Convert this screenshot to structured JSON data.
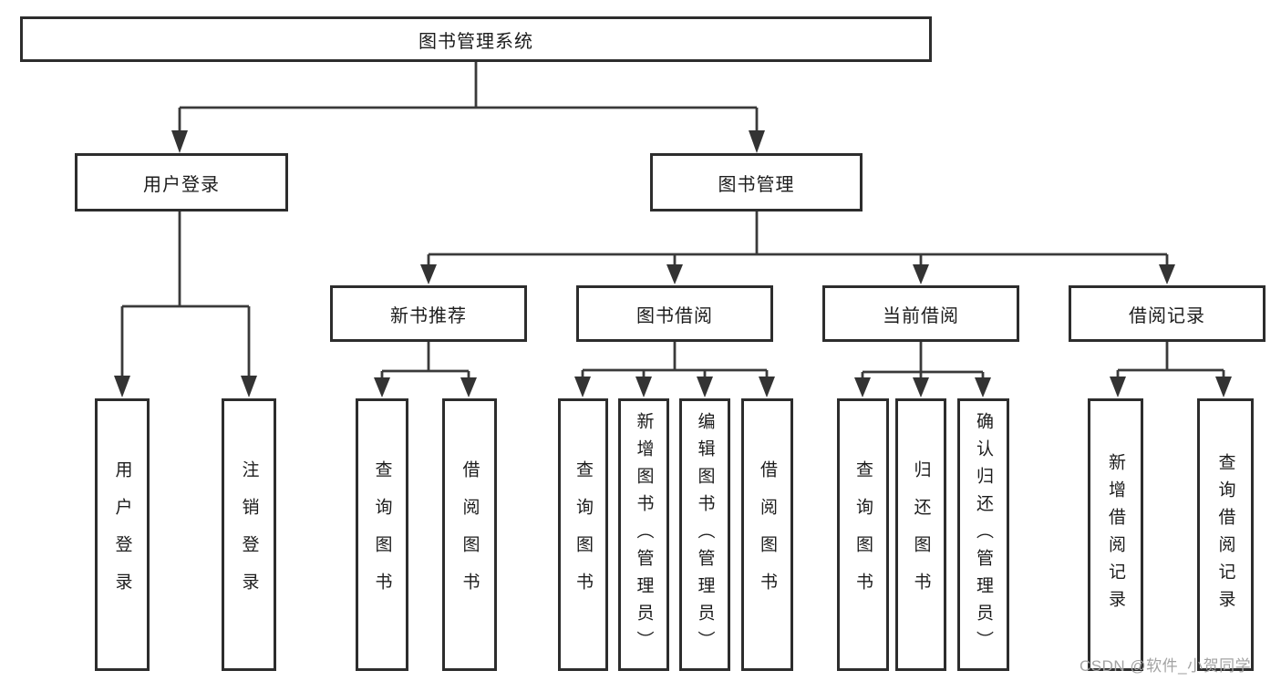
{
  "tree": {
    "label": "图书管理系统",
    "children": [
      {
        "label": "用户登录",
        "children": [
          {
            "label": "用户登录"
          },
          {
            "label": "注销登录"
          }
        ]
      },
      {
        "label": "图书管理",
        "children": [
          {
            "label": "新书推荐",
            "children": [
              {
                "label": "查询图书"
              },
              {
                "label": "借阅图书"
              }
            ]
          },
          {
            "label": "图书借阅",
            "children": [
              {
                "label": "查询图书"
              },
              {
                "label": "新增图书（管理员）"
              },
              {
                "label": "编辑图书（管理员）"
              },
              {
                "label": "借阅图书"
              }
            ]
          },
          {
            "label": "当前借阅",
            "children": [
              {
                "label": "查询图书"
              },
              {
                "label": "归还图书"
              },
              {
                "label": "确认归还（管理员）"
              }
            ]
          },
          {
            "label": "借阅记录",
            "children": [
              {
                "label": "新增借阅记录"
              },
              {
                "label": "查询借阅记录"
              }
            ]
          }
        ]
      }
    ]
  },
  "watermark": "CSDN @软件_小贺同学",
  "colors": {
    "background": "#ffffff",
    "box_border": "#2d2d2d",
    "connector": "#3a3a3a",
    "text": "#1c1c1c",
    "watermark": "#a3a3a3"
  }
}
